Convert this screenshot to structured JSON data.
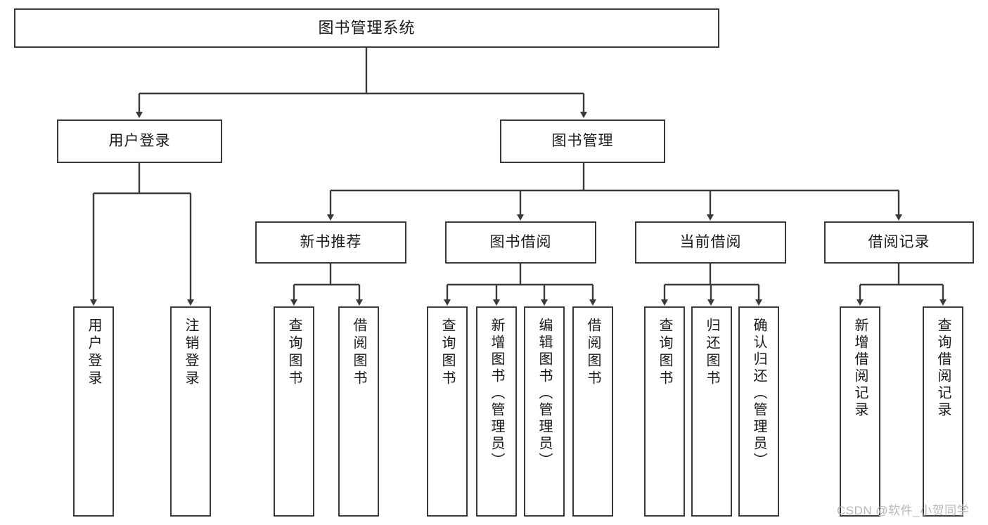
{
  "diagram": {
    "title": "图书管理系统",
    "type": "功能结构图",
    "root": {
      "id": "root",
      "label": "图书管理系统"
    },
    "level2": [
      {
        "id": "user-login",
        "label": "用户登录"
      },
      {
        "id": "book-manage",
        "label": "图书管理"
      }
    ],
    "level3": [
      {
        "id": "new-book-recommend",
        "label": "新书推荐"
      },
      {
        "id": "book-borrow",
        "label": "图书借阅"
      },
      {
        "id": "current-borrow",
        "label": "当前借阅"
      },
      {
        "id": "borrow-record",
        "label": "借阅记录"
      }
    ],
    "leaves": [
      {
        "id": "leaf-user-login",
        "label": "用户登录",
        "parent": "user-login"
      },
      {
        "id": "leaf-logout-login",
        "label": "注销登录",
        "parent": "user-login"
      },
      {
        "id": "leaf-query-book-1",
        "label": "查询图书",
        "parent": "new-book-recommend"
      },
      {
        "id": "leaf-borrow-book-1",
        "label": "借阅图书",
        "parent": "new-book-recommend"
      },
      {
        "id": "leaf-query-book-2",
        "label": "查询图书",
        "parent": "book-borrow"
      },
      {
        "id": "leaf-add-book",
        "label": "新增图书（管理员）",
        "parent": "book-borrow"
      },
      {
        "id": "leaf-edit-book",
        "label": "编辑图书（管理员）",
        "parent": "book-borrow"
      },
      {
        "id": "leaf-borrow-book-2",
        "label": "借阅图书",
        "parent": "book-borrow"
      },
      {
        "id": "leaf-query-book-3",
        "label": "查询图书",
        "parent": "current-borrow"
      },
      {
        "id": "leaf-return-book",
        "label": "归还图书",
        "parent": "current-borrow"
      },
      {
        "id": "leaf-confirm-return",
        "label": "确认归还（管理员）",
        "parent": "current-borrow"
      },
      {
        "id": "leaf-add-record",
        "label": "新增借阅记录",
        "parent": "borrow-record"
      },
      {
        "id": "leaf-query-record",
        "label": "查询借阅记录",
        "parent": "borrow-record"
      }
    ],
    "colors": {
      "border": "#3a3a3a",
      "background": "#ffffff",
      "text": "#1a1a1a",
      "watermark": "#b8b8b8"
    }
  },
  "watermark": {
    "text": "CSDN @软件_小贺同学"
  }
}
